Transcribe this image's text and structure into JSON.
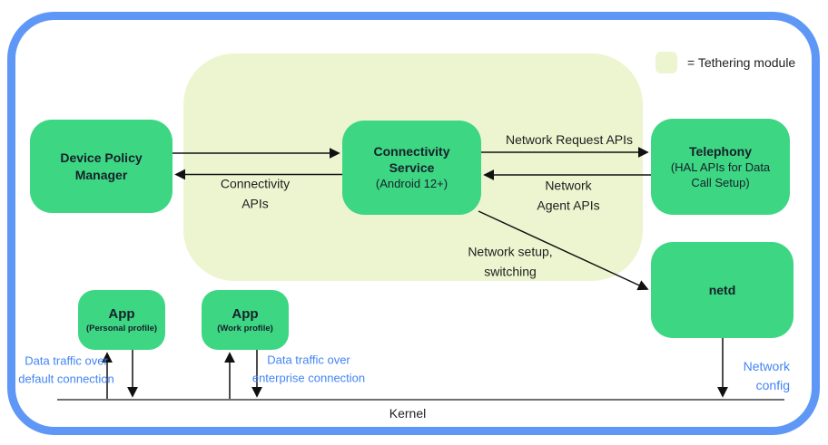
{
  "legend": {
    "label": "= Tethering module"
  },
  "colors": {
    "device_border_blue": "#5e97f6",
    "module_box_green": "#3dd683",
    "tethering_region_bg": "#edf5d0",
    "traffic_label_blue": "#4285f4",
    "text_dark": "#1f1f1f"
  },
  "boxes": {
    "device_policy_manager": {
      "title": "Device Policy\nManager"
    },
    "connectivity_service": {
      "title": "Connectivity\nService",
      "subtitle": "(Android 12+)"
    },
    "telephony": {
      "title": "Telephony",
      "subtitle": "(HAL APIs for Data\nCall Setup)"
    },
    "netd": {
      "title": "netd"
    },
    "app_personal": {
      "title": "App",
      "subtitle": "(Personal profile)"
    },
    "app_work": {
      "title": "App",
      "subtitle": "(Work profile)"
    }
  },
  "labels": {
    "connectivity_apis": "Connectivity\nAPIs",
    "network_request_apis": "Network Request APIs",
    "network_agent_apis": "Network\nAgent APIs",
    "network_setup_switching": "Network setup,\nswitching",
    "data_traffic_default": "Data traffic over\ndefault connection",
    "data_traffic_enterprise": "Data traffic over\nenterprise connection",
    "network_config": "Network\nconfig",
    "kernel": "Kernel"
  }
}
